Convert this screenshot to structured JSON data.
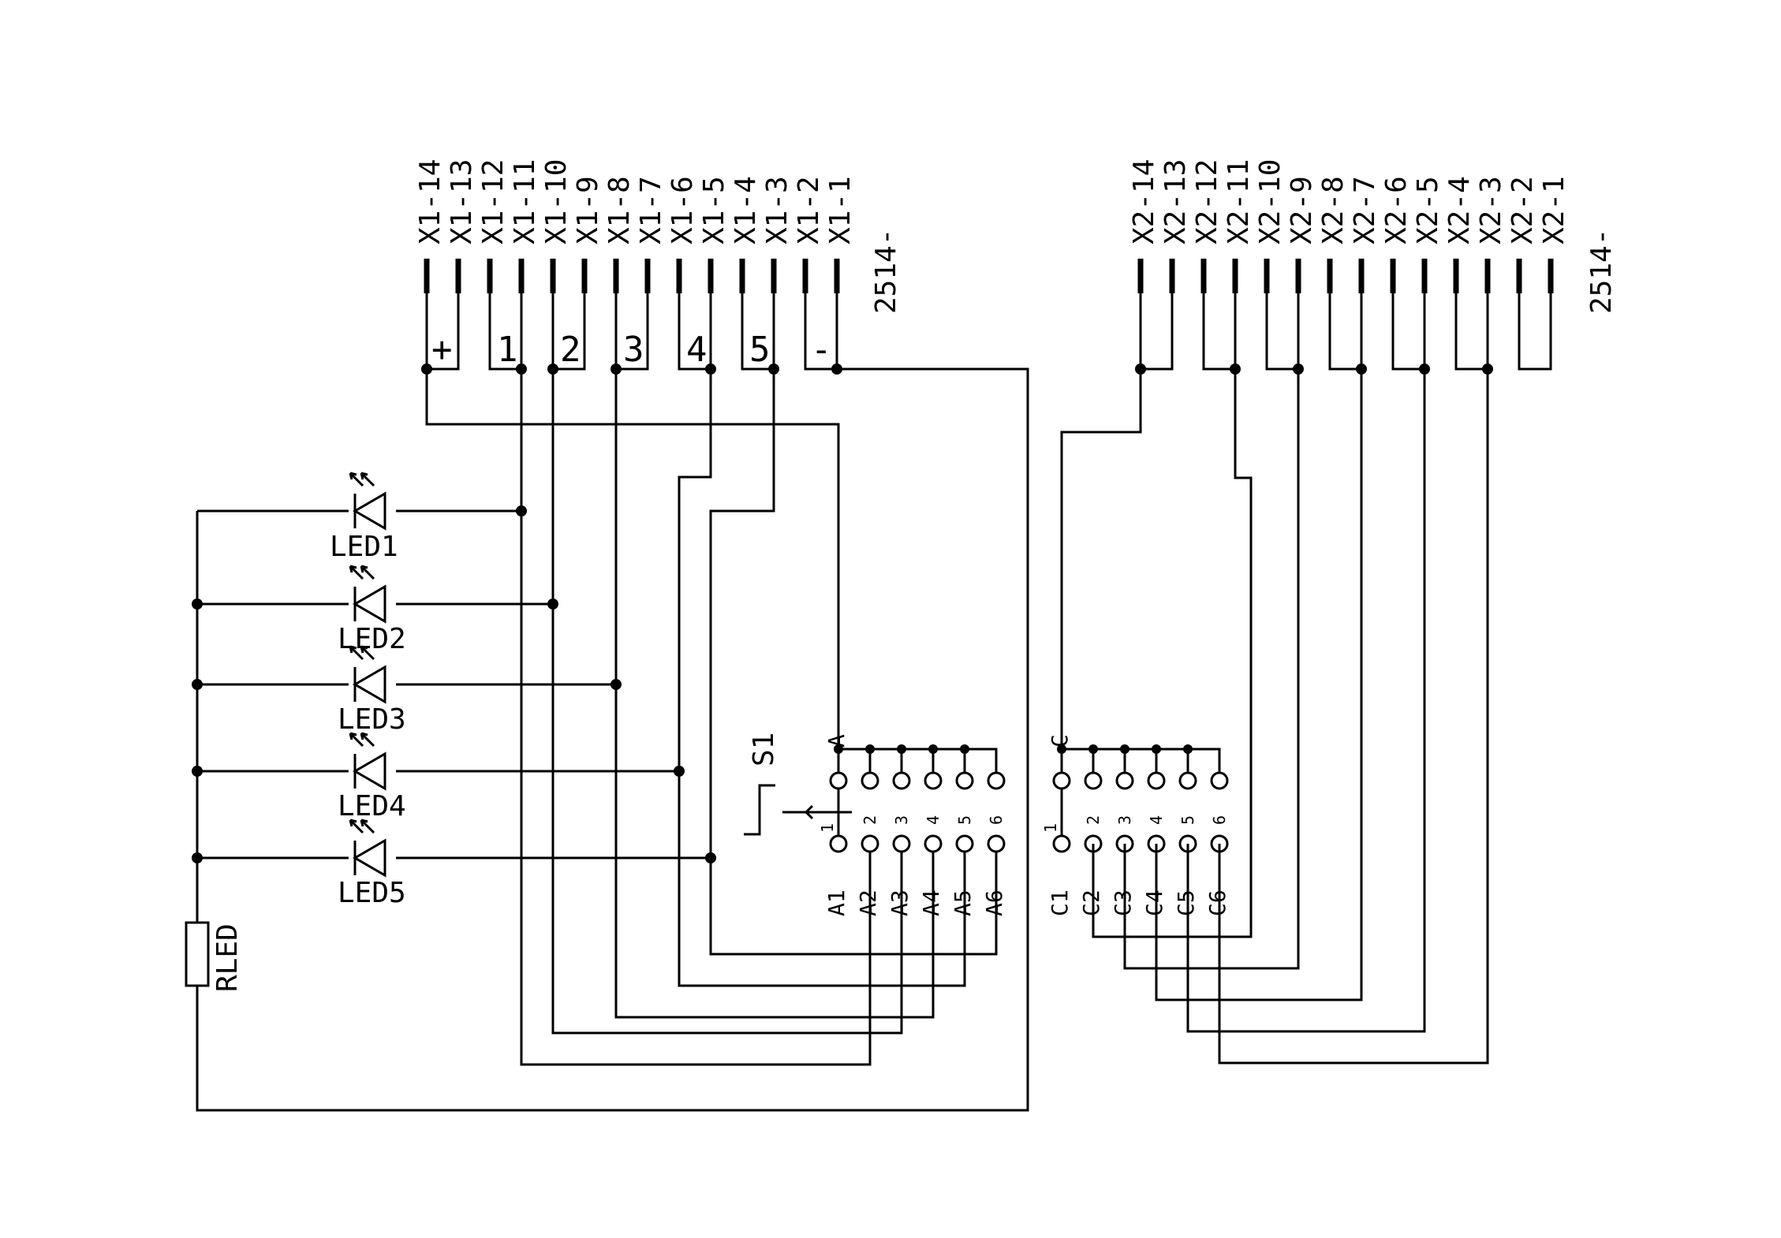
{
  "connector1": {
    "pins": [
      "X1-14",
      "X1-13",
      "X1-12",
      "X1-11",
      "X1-10",
      "X1-9",
      "X1-8",
      "X1-7",
      "X1-6",
      "X1-5",
      "X1-4",
      "X1-3",
      "X1-2",
      "X1-1"
    ],
    "part": "2514-",
    "signals": [
      "+",
      "1",
      "2",
      "3",
      "4",
      "5",
      "-"
    ]
  },
  "connector2": {
    "pins": [
      "X2-14",
      "X2-13",
      "X2-12",
      "X2-11",
      "X2-10",
      "X2-9",
      "X2-8",
      "X2-7",
      "X2-6",
      "X2-5",
      "X2-4",
      "X2-3",
      "X2-2",
      "X2-1"
    ],
    "part": "2514-"
  },
  "leds": [
    "LED1",
    "LED2",
    "LED3",
    "LED4",
    "LED5"
  ],
  "resistor": "RLED",
  "switch": {
    "name": "S1",
    "commonA": "A",
    "commonC": "C",
    "positions": [
      "1",
      "2",
      "3",
      "4",
      "5",
      "6"
    ],
    "a_outputs": [
      "A1",
      "A2",
      "A3",
      "A4",
      "A5",
      "A6"
    ],
    "c_outputs": [
      "C1",
      "C2",
      "C3",
      "C4",
      "C5",
      "C6"
    ]
  }
}
